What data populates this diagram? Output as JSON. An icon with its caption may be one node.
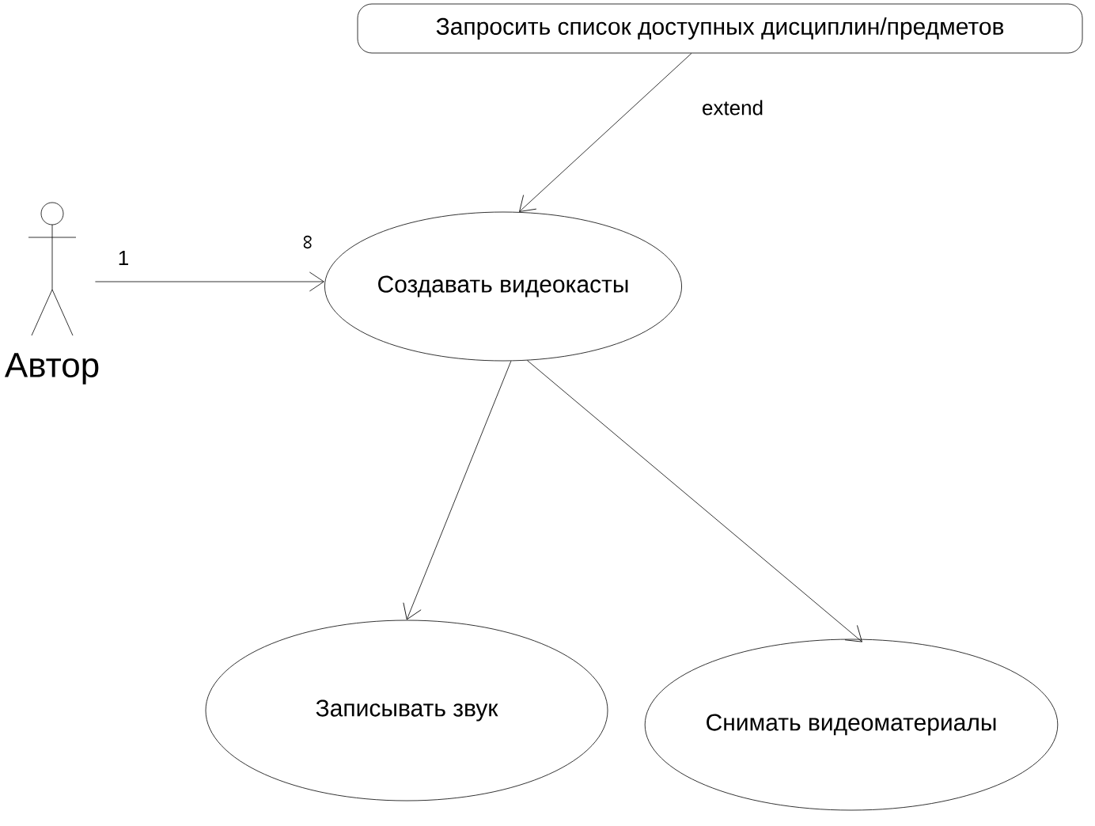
{
  "diagram": {
    "nodes": [
      {
        "text": [
          "Автор"
        ]
      },
      {
        "text": [
          "Запросить список доступных дисциплин/предметов"
        ]
      },
      {
        "text": [
          "Создавать видеокасты"
        ]
      },
      {
        "text": [
          "Записывать звук"
        ]
      },
      {
        "text": [
          "Снимать видеоматериалы"
        ]
      }
    ],
    "edges": [
      {
        "from": 0,
        "to": 2,
        "arrow": "to"
      },
      {
        "from": 1,
        "to": 2,
        "arrow": "to",
        "label": "extend"
      },
      {
        "from": 2,
        "to": 3,
        "arrow": "to"
      },
      {
        "from": 2,
        "to": 4,
        "arrow": "to"
      }
    ],
    "labels": [
      "1",
      "∞"
    ]
  }
}
